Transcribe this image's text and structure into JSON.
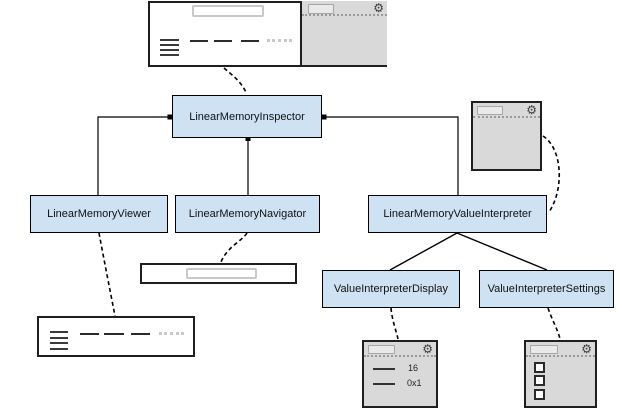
{
  "diagram": {
    "description": "Component hierarchy diagram of the LinearMemoryInspector with UI wireframe previews",
    "nodes": {
      "inspector": {
        "label": "LinearMemoryInspector"
      },
      "viewer": {
        "label": "LinearMemoryViewer"
      },
      "navigator": {
        "label": "LinearMemoryNavigator"
      },
      "interpreter": {
        "label": "LinearMemoryValueInterpreter"
      },
      "display": {
        "label": "ValueInterpreterDisplay"
      },
      "settings": {
        "label": "ValueInterpreterSettings"
      }
    },
    "display_panel": {
      "rows": [
        "16",
        "0x1"
      ]
    },
    "icons": {
      "gear": "⚙"
    },
    "colors": {
      "node_fill": "#cfe2f3",
      "node_border": "#000000",
      "panel_fill": "#d9d9d9",
      "panel_border": "#1f1f1f",
      "connector": "#000000"
    }
  }
}
